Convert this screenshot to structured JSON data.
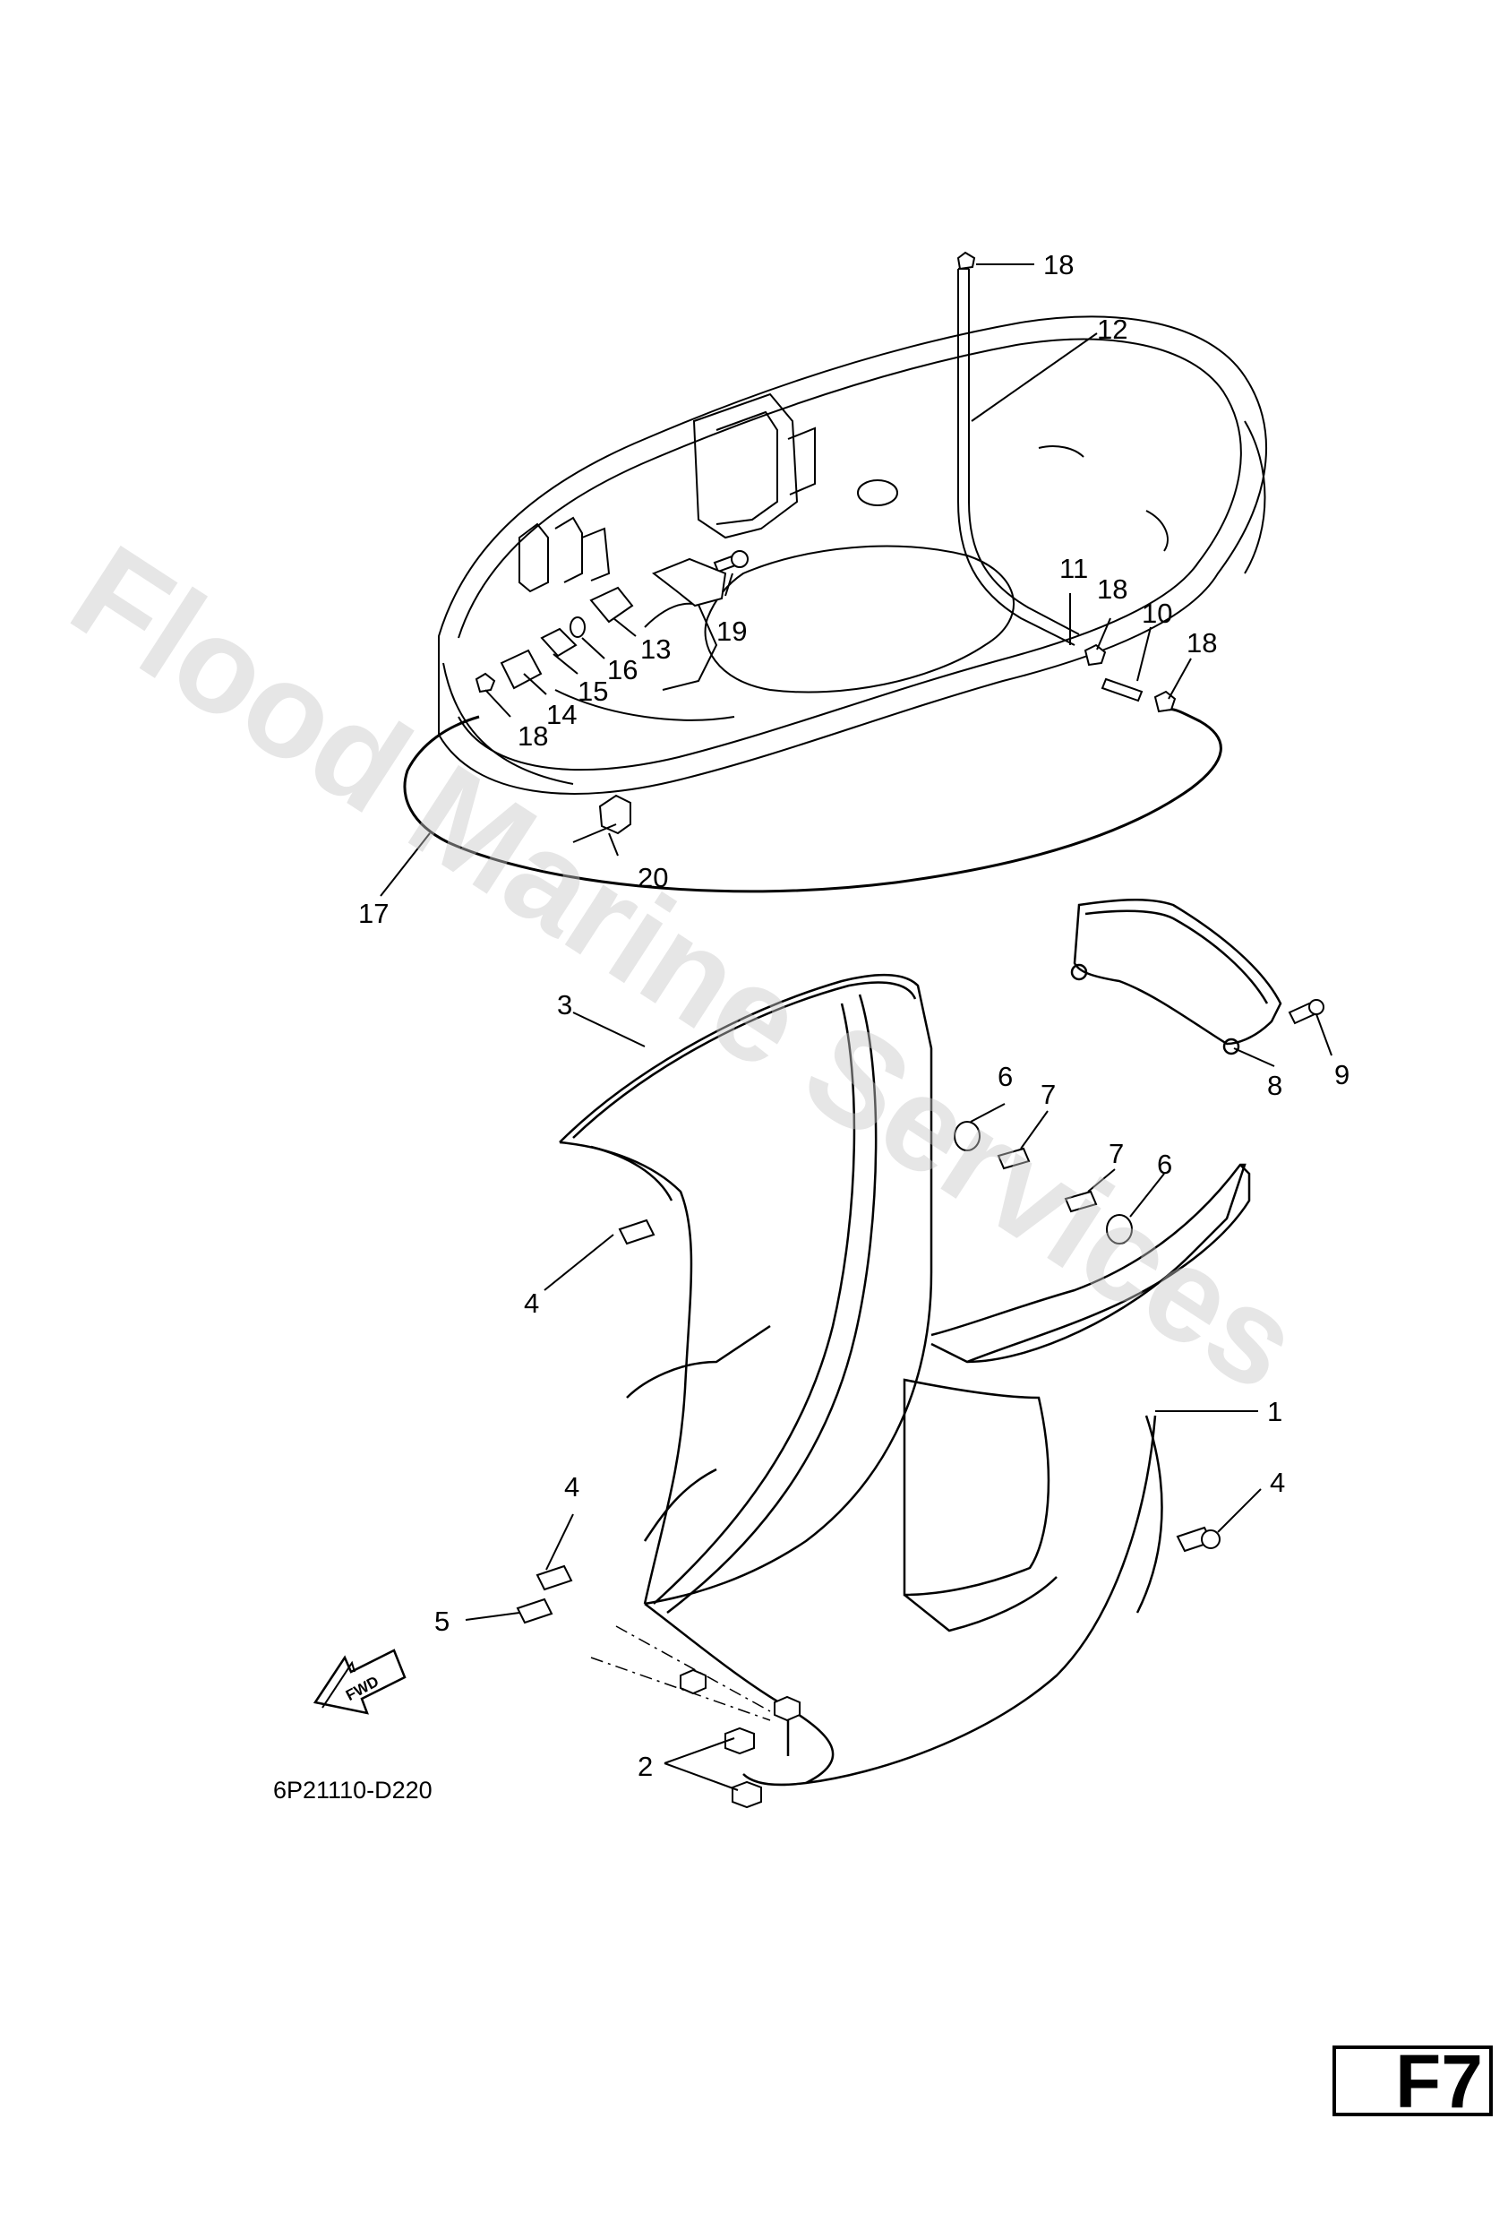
{
  "watermark": "Flood Marine Services",
  "drawing_code": "6P21110-D220",
  "page_badge": "F7",
  "fwd_label": "FWD",
  "callouts": {
    "c18_top": "18",
    "c12": "12",
    "c11": "11",
    "c18_right": "18",
    "c10": "10",
    "c18_far": "18",
    "c19": "19",
    "c13": "13",
    "c16": "16",
    "c15": "15",
    "c14": "14",
    "c18_left": "18",
    "c20": "20",
    "c17": "17",
    "c3": "3",
    "c9": "9",
    "c8": "8",
    "c6_a": "6",
    "c7_a": "7",
    "c7_b": "7",
    "c6_b": "6",
    "c4_a": "4",
    "c1": "1",
    "c4_b": "4",
    "c4_c": "4",
    "c5": "5",
    "c2": "2"
  }
}
